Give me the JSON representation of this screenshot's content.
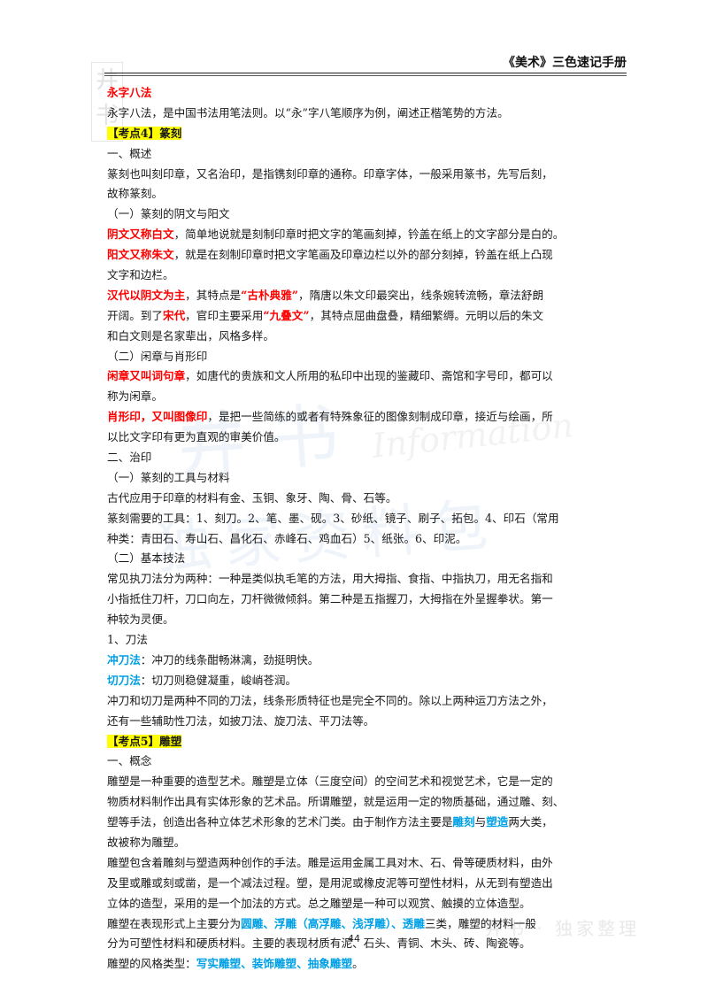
{
  "header": {
    "title": "《美术》三色速记手册"
  },
  "watermarks": {
    "corner": "井书",
    "big": "井书",
    "script": "Information",
    "big2": "独家资料包",
    "footer": "井书 · 独家整理"
  },
  "page_number": "44",
  "lines": [
    [
      {
        "t": "永字八法",
        "c": "red"
      }
    ],
    [
      {
        "t": "永字八法，是中国书法用笔法则。以“永”字八笔顺序为例，阐述正楷笔势的方法。",
        "c": ""
      }
    ],
    [
      {
        "t": "【考点4】篆刻",
        "c": "hl"
      }
    ],
    [
      {
        "t": "一、概述",
        "c": ""
      }
    ],
    [
      {
        "t": "篆刻也叫刻印章，又名治印，是指镌刻印章的通称。印章字体，一般采用篆书，先写后刻，",
        "c": ""
      }
    ],
    [
      {
        "t": "故称篆刻。",
        "c": ""
      }
    ],
    [
      {
        "t": "（一）篆刻的阴文与阳文",
        "c": ""
      }
    ],
    [
      {
        "t": "阴文又称白文",
        "c": "red"
      },
      {
        "t": "，简单地说就是刻制印章时把文字的笔画刻掉，钤盖在纸上的文字部分是白的。",
        "c": ""
      }
    ],
    [
      {
        "t": "阳文又称朱文",
        "c": "red"
      },
      {
        "t": "，就是在刻制印章时把文字笔画及印章边栏以外的部分刻掉，钤盖在纸上凸现",
        "c": ""
      }
    ],
    [
      {
        "t": "文字和边栏。",
        "c": ""
      }
    ],
    [
      {
        "t": "汉代以阴文为主",
        "c": "red"
      },
      {
        "t": "，其特点是",
        "c": ""
      },
      {
        "t": "“古朴典雅”",
        "c": "red"
      },
      {
        "t": "，隋唐以朱文印最突出，线条婉转流畅，章法舒朗",
        "c": ""
      }
    ],
    [
      {
        "t": "开阔。到了",
        "c": ""
      },
      {
        "t": "宋代",
        "c": "red"
      },
      {
        "t": "，官印主要采用",
        "c": ""
      },
      {
        "t": "“九叠文”",
        "c": "red"
      },
      {
        "t": "，其特点屈曲盘叠，精细繁缛。元明以后的朱文",
        "c": ""
      }
    ],
    [
      {
        "t": "和白文则是名家辈出，风格多样。",
        "c": ""
      }
    ],
    [
      {
        "t": "（二）闲章与肖形印",
        "c": ""
      }
    ],
    [
      {
        "t": "闲章又叫词句章",
        "c": "red"
      },
      {
        "t": "，如唐代的贵族和文人所用的私印中出现的鉴藏印、斋馆和字号印，都可以",
        "c": ""
      }
    ],
    [
      {
        "t": "称为闲章。",
        "c": ""
      }
    ],
    [
      {
        "t": "肖形印，又叫图像印",
        "c": "red"
      },
      {
        "t": "，是把一些简练的或者有特殊象征的图像刻制成印章，接近与绘画，所",
        "c": ""
      }
    ],
    [
      {
        "t": "以比文字印有更为直观的审美价值。",
        "c": ""
      }
    ],
    [
      {
        "t": "二、治印",
        "c": ""
      }
    ],
    [
      {
        "t": "（一）篆刻的工具与材料",
        "c": ""
      }
    ],
    [
      {
        "t": "古代应用于印章的材料有金、玉铜、象牙、陶、骨、石等。",
        "c": ""
      }
    ],
    [
      {
        "t": "篆刻需要的工具：1、刻刀。2、笔、墨、砚。3、砂纸、镜子、刷子、拓包。4、印石（常用",
        "c": ""
      }
    ],
    [
      {
        "t": "种类：青田石、寿山石、昌化石、赤峰石、鸡血石）5、纸张。6、印泥。",
        "c": ""
      }
    ],
    [
      {
        "t": "（二）基本技法",
        "c": ""
      }
    ],
    [
      {
        "t": "常见执刀法分为两种：一种是类似执毛笔的方法，用大拇指、食指、中指执刀，用无名指和",
        "c": ""
      }
    ],
    [
      {
        "t": "小指抵住刀杆，刀口向左，刀杆微微倾斜。第二种是五指握刀，大拇指在外呈握拳状。第一",
        "c": ""
      }
    ],
    [
      {
        "t": "种较为灵便。",
        "c": ""
      }
    ],
    [
      {
        "t": "1、刀法",
        "c": ""
      }
    ],
    [
      {
        "t": "冲刀法",
        "c": "blue"
      },
      {
        "t": "：冲刀的线条酣畅淋漓，劲挺明快。",
        "c": ""
      }
    ],
    [
      {
        "t": "切刀法",
        "c": "blue"
      },
      {
        "t": "：切刀则稳健凝重，峻峭苍润。",
        "c": ""
      }
    ],
    [
      {
        "t": "冲刀和切刀是两种不同的刀法，线条形质特征也是完全不同的。除以上两种运刀方法之外，",
        "c": ""
      }
    ],
    [
      {
        "t": "还有一些辅助性刀法，如披刀法、旋刀法、平刀法等。",
        "c": ""
      }
    ],
    [
      {
        "t": "【考点5】雕塑",
        "c": "hl"
      }
    ],
    [
      {
        "t": "一、概念",
        "c": ""
      }
    ],
    [
      {
        "t": "雕塑是一种重要的造型艺术。雕塑是立体（三度空间）的空间艺术和视觉艺术，它是一定的",
        "c": ""
      }
    ],
    [
      {
        "t": "物质材料制作出具有实体形象的艺术品。所谓雕塑，就是运用一定的物质基础，通过雕、刻、",
        "c": ""
      }
    ],
    [
      {
        "t": "塑等手法，创造出各种立体艺术形象的艺术门类。由于制作方法主要是",
        "c": ""
      },
      {
        "t": "雕刻",
        "c": "blue"
      },
      {
        "t": "与",
        "c": ""
      },
      {
        "t": "塑造",
        "c": "blue"
      },
      {
        "t": "两大类，",
        "c": ""
      }
    ],
    [
      {
        "t": "故被称为雕塑。",
        "c": ""
      }
    ],
    [
      {
        "t": "雕塑包含着雕刻与塑造两种创作的手法。雕是运用金属工具对木、石、骨等硬质材料，由外",
        "c": ""
      }
    ],
    [
      {
        "t": "及里或雕或刻或凿，是一个减法过程。塑，是用泥或橡皮泥等可塑性材料，从无到有塑造出",
        "c": ""
      }
    ],
    [
      {
        "t": "立体的造型，采用的是一个加法的方式。总之雕塑是一种可以观赏、触摸的立体造型。",
        "c": ""
      }
    ],
    [
      {
        "t": "雕塑在表现形式上主要分为",
        "c": ""
      },
      {
        "t": "圆雕、浮雕（高浮雕、浅浮雕）、透雕",
        "c": "blue"
      },
      {
        "t": "三类，雕塑的材料一般",
        "c": ""
      }
    ],
    [
      {
        "t": "分为可塑性材料和硬质材料。主要的表现材质有泥、石头、青铜、木头、砖、陶瓷等。",
        "c": ""
      }
    ],
    [
      {
        "t": "雕塑的风格类型：",
        "c": ""
      },
      {
        "t": "写实雕塑、装饰雕塑、抽象雕塑",
        "c": "blue"
      },
      {
        "t": "。",
        "c": ""
      }
    ]
  ]
}
